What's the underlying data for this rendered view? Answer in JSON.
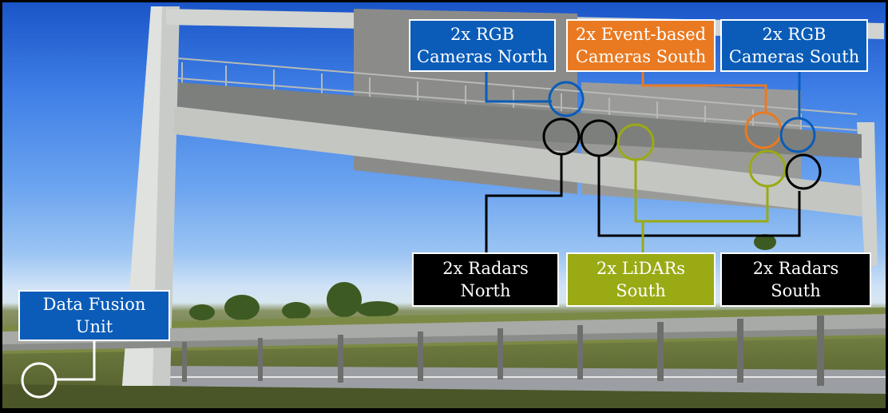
{
  "labels": {
    "rgb_north": {
      "line1": "2x RGB",
      "line2": "Cameras North"
    },
    "event_south": {
      "line1": "2x Event-based",
      "line2": "Cameras South"
    },
    "rgb_south": {
      "line1": "2x RGB",
      "line2": "Cameras South"
    },
    "radars_north": {
      "line1": "2x Radars",
      "line2": "North"
    },
    "lidars_south": {
      "line1": "2x LiDARs",
      "line2": "South"
    },
    "radars_south": {
      "line1": "2x Radars",
      "line2": "South"
    },
    "fusion_unit": {
      "line1": "Data Fusion",
      "line2": "Unit"
    }
  },
  "colors": {
    "rgb_cameras": "#0a5cb8",
    "event_cameras": "#e97a22",
    "lidars": "#9aaa14",
    "radars": "#000000",
    "fusion_unit": "#ffffff"
  }
}
